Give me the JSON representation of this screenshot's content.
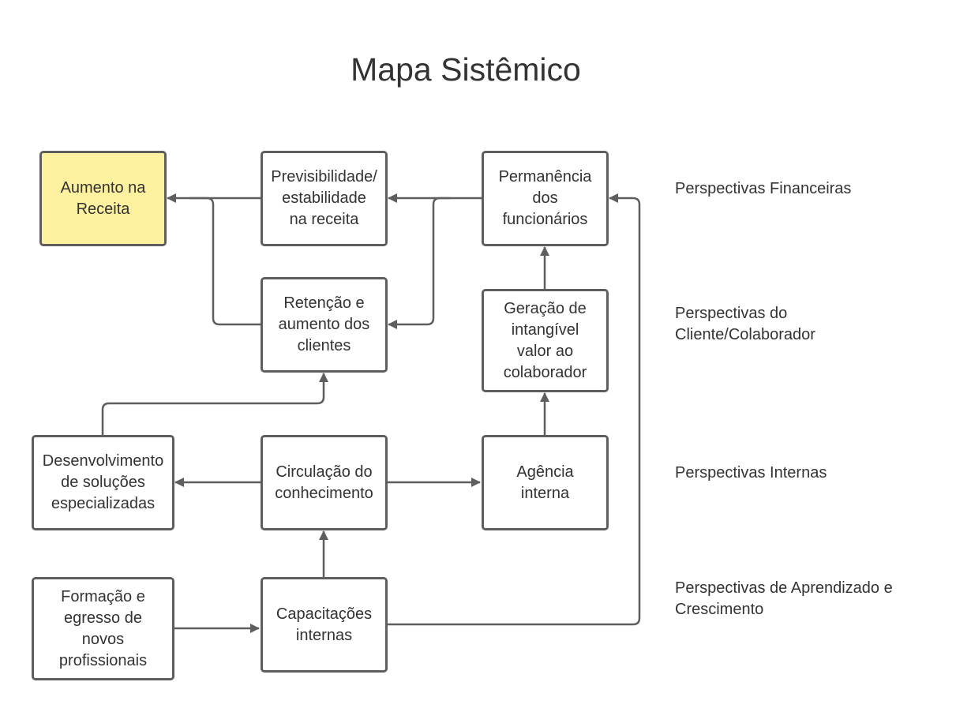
{
  "title": "Mapa Sistêmico",
  "colors": {
    "highlight": "#fdf09f",
    "border": "#5e5e5e",
    "connector": "#5e5e5e",
    "text": "#333333"
  },
  "nodes": {
    "aumento_receita": "Aumento na\nReceita",
    "previsibilidade": "Previsibilidade/\nestabilidade\nna receita",
    "permanencia": "Permanência\ndos\nfuncionários",
    "retencao": "Retenção e\naumento dos\nclientes",
    "geracao": "Geração de\nintangível\nvalor ao\ncolaborador",
    "desenvolvimento": "Desenvolvimento\nde soluções\nespecializadas",
    "circulacao": "Circulação do\nconhecimento",
    "agencia": "Agência\ninterna",
    "formacao": "Formação e\negresso de\nnovos\nprofissionais",
    "capacitacoes": "Capacitações\ninternas"
  },
  "perspectives": {
    "financeiras": "Perspectivas Financeiras",
    "cliente": "Perspectivas do\nCliente/Colaborador",
    "internas": "Perspectivas Internas",
    "aprendizado": "Perspectivas de Aprendizado e\nCrescimento"
  }
}
